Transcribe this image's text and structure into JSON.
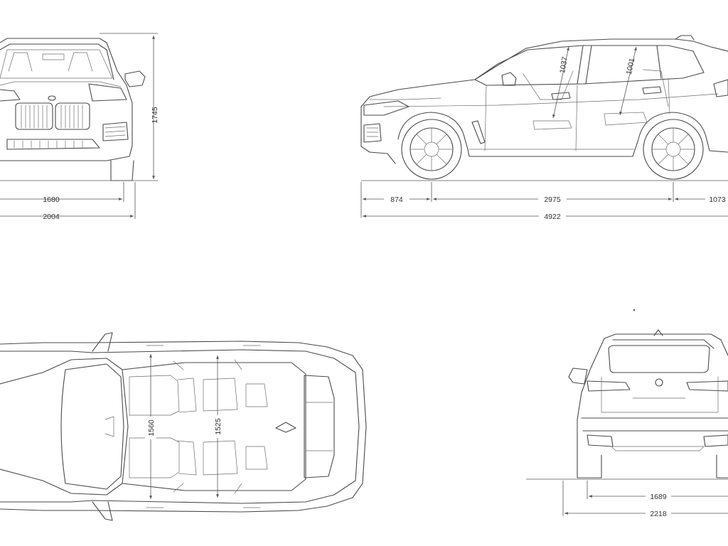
{
  "views": {
    "front": {
      "height": "1745",
      "track": "1680",
      "width": "2004"
    },
    "side": {
      "headroom_front": "1037",
      "headroom_rear": "1001",
      "front_overhang": "874",
      "wheelbase": "2975",
      "rear_overhang": "1073",
      "length": "4922"
    },
    "top": {
      "elbow_front": "1560",
      "elbow_rear": "1525"
    },
    "rear": {
      "track": "1689",
      "width": "2218"
    }
  },
  "colors": {
    "line": "#4a4a4a",
    "dimension": "#555555",
    "background": "#ffffff"
  }
}
